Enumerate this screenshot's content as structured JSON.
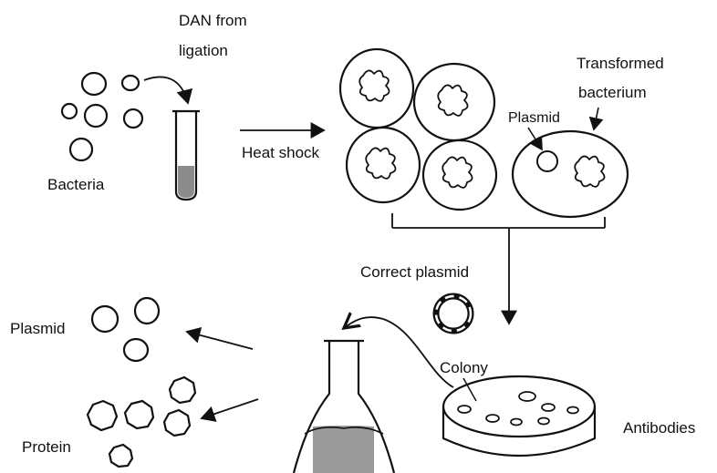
{
  "labels": {
    "dna_source_line1": "DAN from",
    "dna_source_line2": "ligation",
    "bacteria": "Bacteria",
    "heat_shock": "Heat shock",
    "plasmid_top": "Plasmid",
    "transformed_line1": "Transformed",
    "transformed_line2": "bacterium",
    "correct_plasmid": "Correct plasmid",
    "plasmid_bottom": "Plasmid",
    "colony": "Colony",
    "protein": "Protein",
    "antibodies": "Antibodies"
  },
  "colors": {
    "ink": "#111111",
    "tube_fill": "#8c8c8c",
    "flask_fill": "#9a9a9a",
    "background": "#ffffff"
  }
}
